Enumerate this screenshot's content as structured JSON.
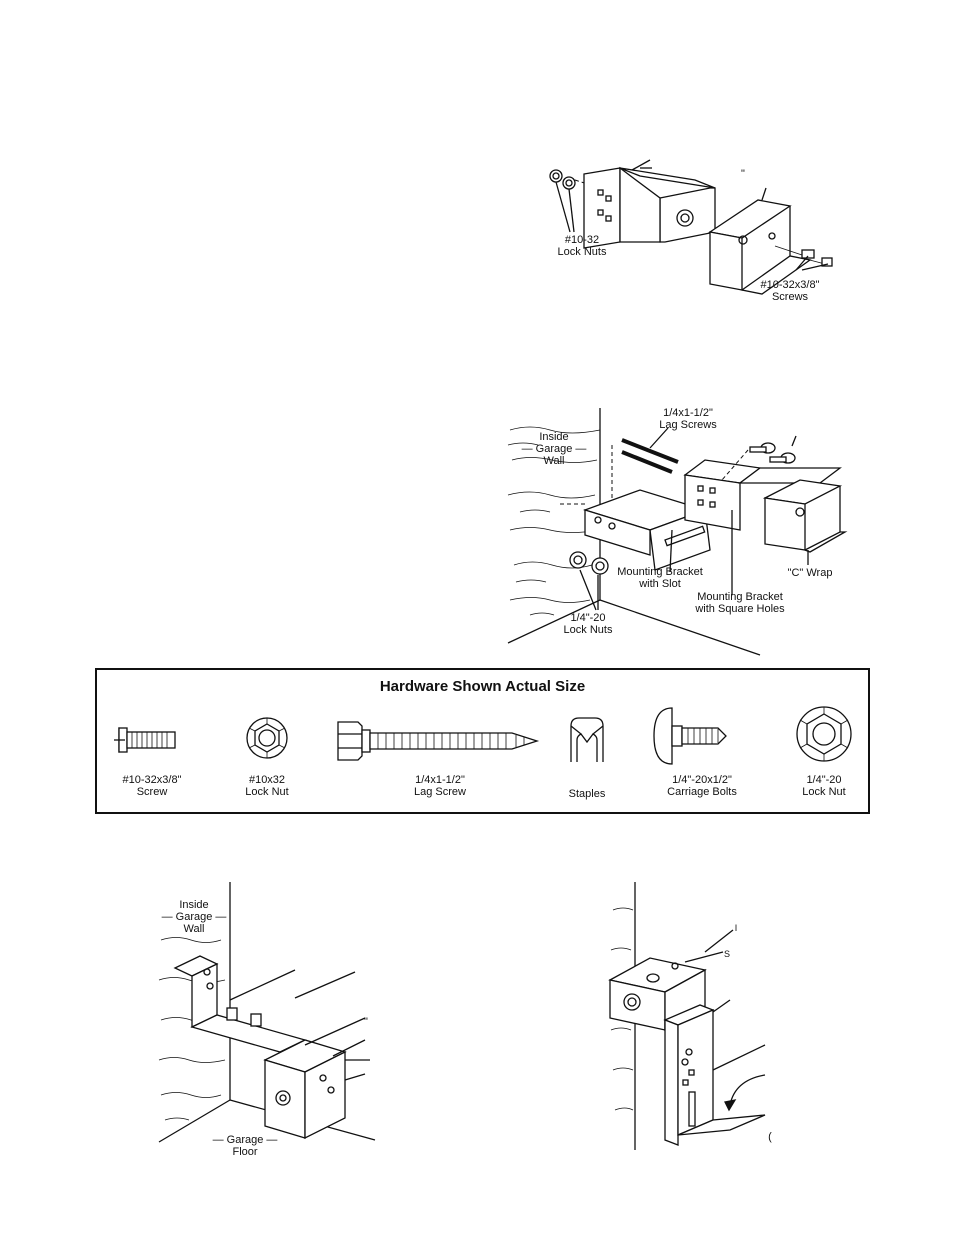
{
  "fig1": {
    "lock_nuts_label": "#10-32\nLock Nuts",
    "screws_label": "#10-32x3/8\"\nScrews",
    "quote_mark": "\""
  },
  "fig2": {
    "wall_label": "Inside\n— Garage —\nWall",
    "lag_screws_label": "1/4x1-1/2\"\nLag Screws",
    "slot_bracket_label": "Mounting Bracket\nwith Slot",
    "square_bracket_label": "Mounting Bracket\nwith Square Holes",
    "c_wrap_label": "\"C\" Wrap",
    "lock_nuts_label": "1/4\"-20\nLock Nuts"
  },
  "hardware": {
    "title": "Hardware Shown Actual Size",
    "items": [
      {
        "caption": "#10-32x3/8\"\nScrew",
        "icon": "machine-screw-icon"
      },
      {
        "caption": "#10x32\nLock Nut",
        "icon": "small-lock-nut-icon"
      },
      {
        "caption": "1/4x1-1/2\"\nLag Screw",
        "icon": "lag-screw-icon"
      },
      {
        "caption": "Staples",
        "icon": "staple-icon"
      },
      {
        "caption": "1/4\"-20x1/2\"\nCarriage Bolts",
        "icon": "carriage-bolt-icon"
      },
      {
        "caption": "1/4\"-20\nLock Nut",
        "icon": "large-lock-nut-icon"
      }
    ]
  },
  "fig3": {
    "wall_label": "Inside\n— Garage —\nWall",
    "floor_label": "— Garage —\nFloor",
    "quote_mark": "\""
  },
  "fig4": {
    "label_i": "I",
    "label_s": "S",
    "label_c": "("
  }
}
